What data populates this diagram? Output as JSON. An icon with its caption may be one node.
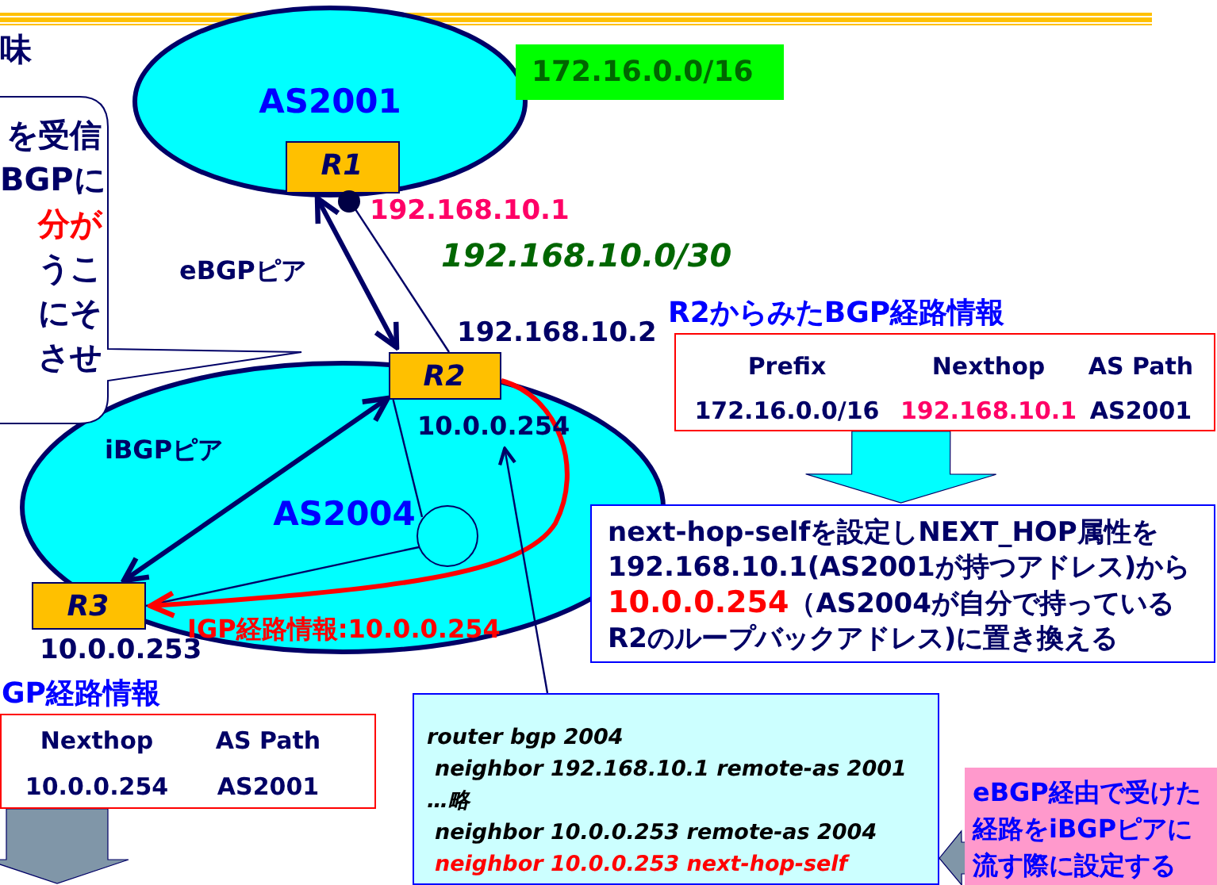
{
  "diagram": {
    "nodes": [
      {
        "text": [
          "AS2001"
        ]
      },
      {
        "text": [
          "R1"
        ],
        "in": 0,
        "beside": [
          "192.168.10.1"
        ]
      },
      {
        "text": [
          "172.16.0.0/16"
        ]
      },
      {
        "text": [
          "AS2004"
        ]
      },
      {
        "text": [
          "R2"
        ],
        "beside": [
          "192.168.10.2",
          "10.0.0.254"
        ]
      },
      {
        "text": [],
        "shape": "circle",
        "in": 3
      },
      {
        "text": [
          "R3"
        ],
        "beside": [
          "10.0.0.253"
        ]
      },
      {
        "text": [
          "を受信",
          "BGPに",
          "分が",
          "うこ",
          "にそ",
          "させ"
        ]
      },
      {
        "text": [
          "R2からみたBGP経路情報",
          "Prefix",
          "Nexthop",
          "AS Path",
          "172.16.0.0/16",
          "192.168.10.1",
          "AS2001"
        ]
      },
      {
        "text": [
          "next-hop-selfを設定しNEXT_HOP属性を192.168.10.1(AS2001が持つアドレス)から",
          "10.0.0.254",
          "（AS2004が自分で持っているR2のループバックアドレス)に置き換える"
        ]
      },
      {
        "text": [
          "GP経路情報",
          "Nexthop",
          "AS Path",
          "10.0.0.254",
          "AS2001"
        ]
      },
      {
        "text": [
          "router bgp 2004",
          "neighbor 192.168.10.1 remote-as 2001",
          "…略",
          "neighbor 10.0.0.253 remote-as 2004",
          "neighbor 10.0.0.253 next-hop-self"
        ]
      },
      {
        "text": [
          "eBGP経由で受けた経路をiBGPピアに流す際に設定する"
        ]
      }
    ],
    "edges": [
      {
        "from": 1,
        "to": 4,
        "arrow": "none"
      },
      {
        "from": 1,
        "to": 4,
        "arrow": "both",
        "label": "eBGPピア",
        "style": "thick"
      },
      {
        "from": 6,
        "to": 4,
        "arrow": "both",
        "label": "iBGPピア",
        "style": "thick"
      },
      {
        "from": 4,
        "to": 5,
        "arrow": "none"
      },
      {
        "from": 5,
        "to": 6,
        "arrow": "none"
      },
      {
        "from": 4,
        "to": 6,
        "arrow": "to",
        "label": "IGP経路情報:10.0.0.254",
        "style": "thick",
        "color": "#ff0000"
      },
      {
        "from": 11,
        "to": 4,
        "arrow": "to"
      },
      {
        "from": 8,
        "to": 9,
        "arrow": "to",
        "style": "thick",
        "color": "#00ffff"
      },
      {
        "from": 10,
        "to": null,
        "arrow": "to",
        "style": "thick",
        "color": "#8096a8"
      },
      {
        "from": 12,
        "to": 11,
        "arrow": "to",
        "style": "thick",
        "color": "#8096a8"
      }
    ],
    "labels": [
      "味",
      "192.168.10.0/30"
    ]
  }
}
